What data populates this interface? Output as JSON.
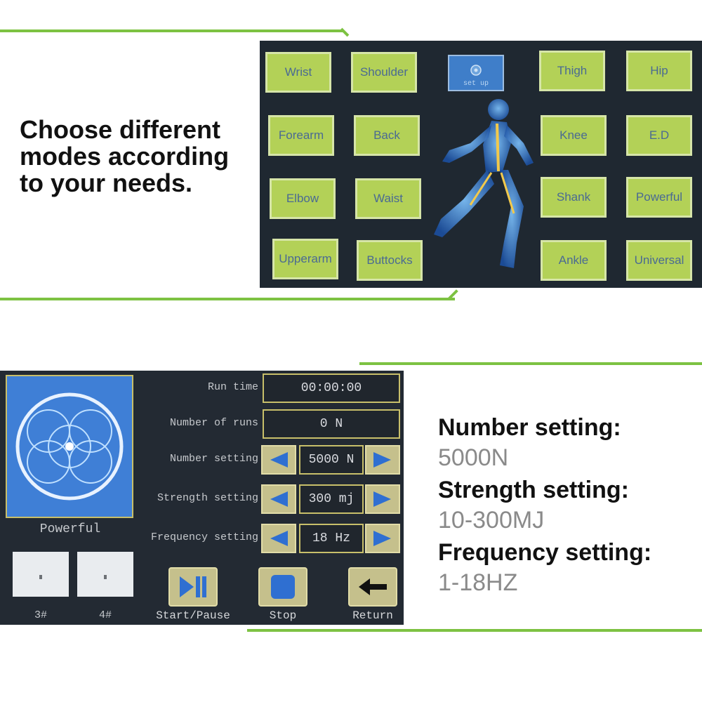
{
  "headline": [
    "Choose different",
    "modes according",
    "to your needs."
  ],
  "modes": {
    "setup_label": "set up",
    "buttons": [
      "Wrist",
      "Shoulder",
      "Thigh",
      "Hip",
      "Forearm",
      "Back",
      "Knee",
      "E.D",
      "Elbow",
      "Waist",
      "Shank",
      "Powerful",
      "Upperarm",
      "Buttocks",
      "Ankle",
      "Universal"
    ]
  },
  "control": {
    "mode_name": "Powerful",
    "run_time_label": "Run time",
    "run_time_value": "00:00:00",
    "runs_label": "Number of runs",
    "runs_value": "0  N",
    "number_label": "Number setting",
    "number_value": "5000 N",
    "strength_label": "Strength setting",
    "strength_value": "300 mj",
    "frequency_label": "Frequency setting",
    "frequency_value": "18 Hz",
    "probe_3": "3#",
    "probe_4": "4#",
    "start_label": "Start/Pause",
    "stop_label": "Stop",
    "return_label": "Return"
  },
  "specs": {
    "number_title": "Number setting:",
    "number_value": "5000N",
    "strength_title": "Strength setting:",
    "strength_value": "10-300MJ",
    "frequency_title": "Frequency setting:",
    "frequency_value": "1-18HZ"
  },
  "colors": {
    "accent_green": "#7dc242",
    "button_green": "#b3d157",
    "panel_dark": "#1f2831"
  }
}
